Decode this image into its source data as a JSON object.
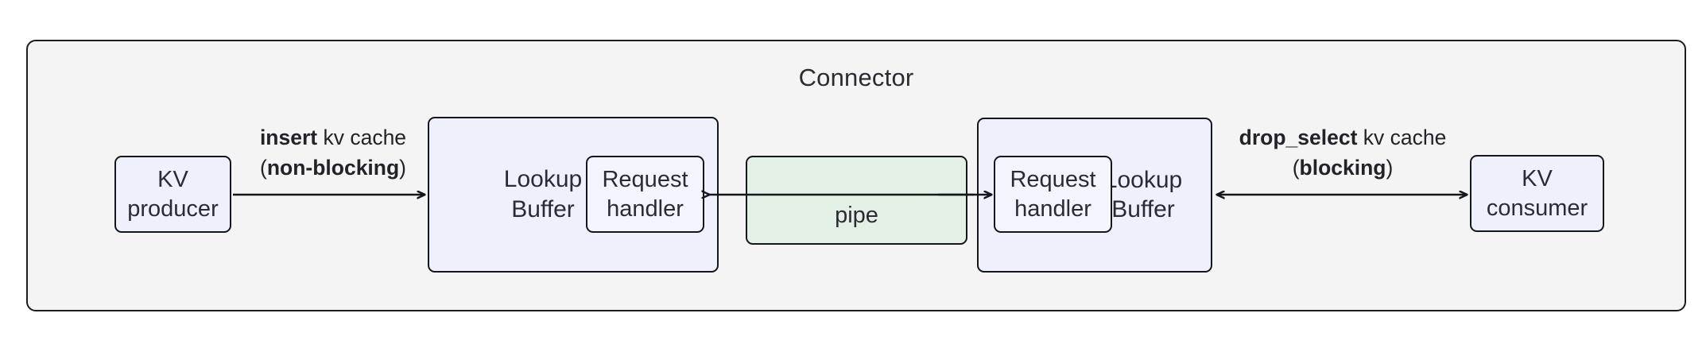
{
  "diagram": {
    "type": "block-diagram",
    "container": {
      "title": "Connector",
      "fill": "#f4f4f4",
      "stroke": "#1b1b23"
    },
    "colors": {
      "node_blue_fill": "#eef1fc",
      "node_green_fill": "#e3f0e5",
      "node_stroke": "#15151c",
      "text": "#2b2b33",
      "background": "#ffffff"
    },
    "nodes": {
      "kv_producer": {
        "label": "KV\nproducer",
        "fill": "#eef1fc"
      },
      "kv_consumer": {
        "label": "KV\nconsumer",
        "fill": "#eef1fc"
      },
      "lookup_buffer_left": {
        "label": "Lookup\nBuffer",
        "fill": "#eef1fc"
      },
      "request_handler_left": {
        "label": "Request\nhandler",
        "fill": "#eef1fc"
      },
      "pipe": {
        "label": "pipe",
        "fill": "#e3f0e5"
      },
      "lookup_buffer_right": {
        "label": "Lookup\nBuffer",
        "fill": "#eef1fc"
      },
      "request_handler_right": {
        "label": "Request\nhandler",
        "fill": "#eef1fc"
      }
    },
    "edges": {
      "insert": {
        "line1_bold": "insert",
        "line1_rest": " kv cache",
        "line2_open": "(",
        "line2_bold": "non-blocking",
        "line2_close": ")",
        "direction": "right"
      },
      "drop_select": {
        "line1_bold": "drop_select",
        "line1_rest": " kv cache",
        "line2_open": "(",
        "line2_bold": "blocking",
        "line2_close": ")",
        "direction": "both"
      }
    }
  }
}
